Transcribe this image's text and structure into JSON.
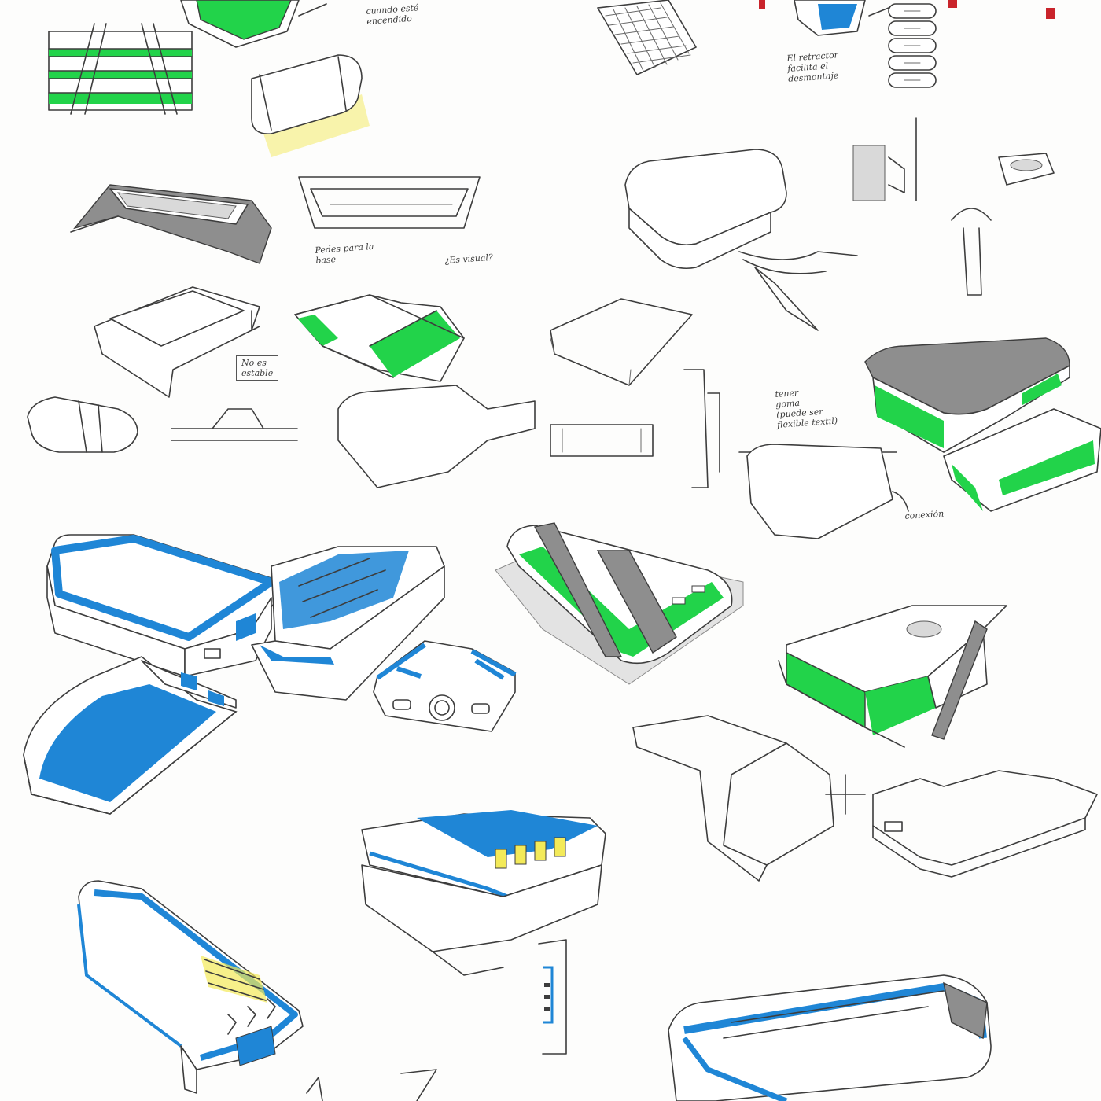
{
  "sheet": {
    "colors": {
      "green": "#22d34a",
      "blue": "#1f86d6",
      "yellow": "#f3ea59",
      "ink": "#3d3d3d",
      "grey": "#8e8e8e",
      "red": "#c9242b"
    },
    "notes": {
      "top_center": "cuando esté\nencendido",
      "top_right": "El retractor\nfacilita el\ndesmontaje",
      "left_base": "Pedes para la\nbase",
      "left_level": "¿Es visual?",
      "left_box": "No es\nestable",
      "right_material": "tener\ngoma\n(puede ser\nflexible textil)",
      "right_bottom": "conexión"
    }
  }
}
